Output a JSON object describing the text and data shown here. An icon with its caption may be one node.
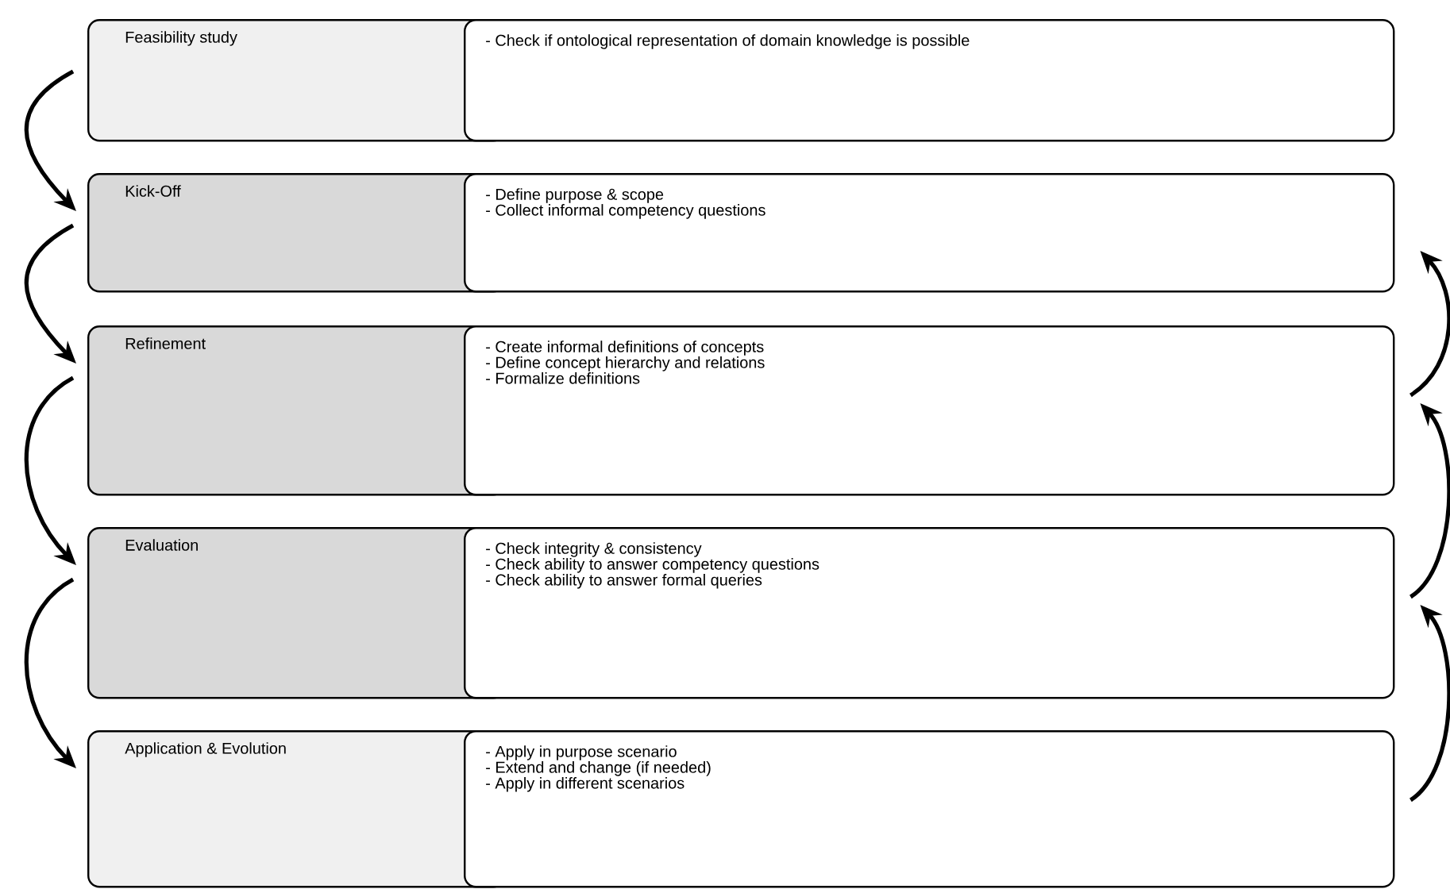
{
  "diagram": {
    "nodes": [
      {
        "text": [
          "Feasibility study"
        ]
      },
      {
        "text": [
          "- Check if ontological representation of domain  knowledge is possible"
        ]
      },
      {
        "text": [
          "Kick-Off"
        ]
      },
      {
        "text": [
          "- Define purpose & scope",
          "- Collect informal competency questions"
        ]
      },
      {
        "text": [
          "Refinement"
        ]
      },
      {
        "text": [
          "- Create informal definitions of concepts",
          "- Define concept hierarchy and relations",
          "- Formalize definitions"
        ]
      },
      {
        "text": [
          "Evaluation"
        ]
      },
      {
        "text": [
          "- Check integrity & consistency",
          "- Check ability to answer competency questions",
          "- Check ability to answer formal queries"
        ]
      },
      {
        "text": [
          "Application & Evolution"
        ]
      },
      {
        "text": [
          "- Apply in purpose scenario",
          "- Extend and change (if needed)",
          "- Apply in different scenarios"
        ]
      }
    ],
    "edges": [
      {
        "from": 0,
        "to": 2,
        "arrow": "to"
      },
      {
        "from": 2,
        "to": 4,
        "arrow": "to"
      },
      {
        "from": 4,
        "to": 6,
        "arrow": "to"
      },
      {
        "from": 6,
        "to": 8,
        "arrow": "to"
      },
      {
        "from": 5,
        "to": 3,
        "arrow": "to"
      },
      {
        "from": 7,
        "to": 5,
        "arrow": "to"
      },
      {
        "from": 9,
        "to": 7,
        "arrow": "to"
      }
    ]
  }
}
